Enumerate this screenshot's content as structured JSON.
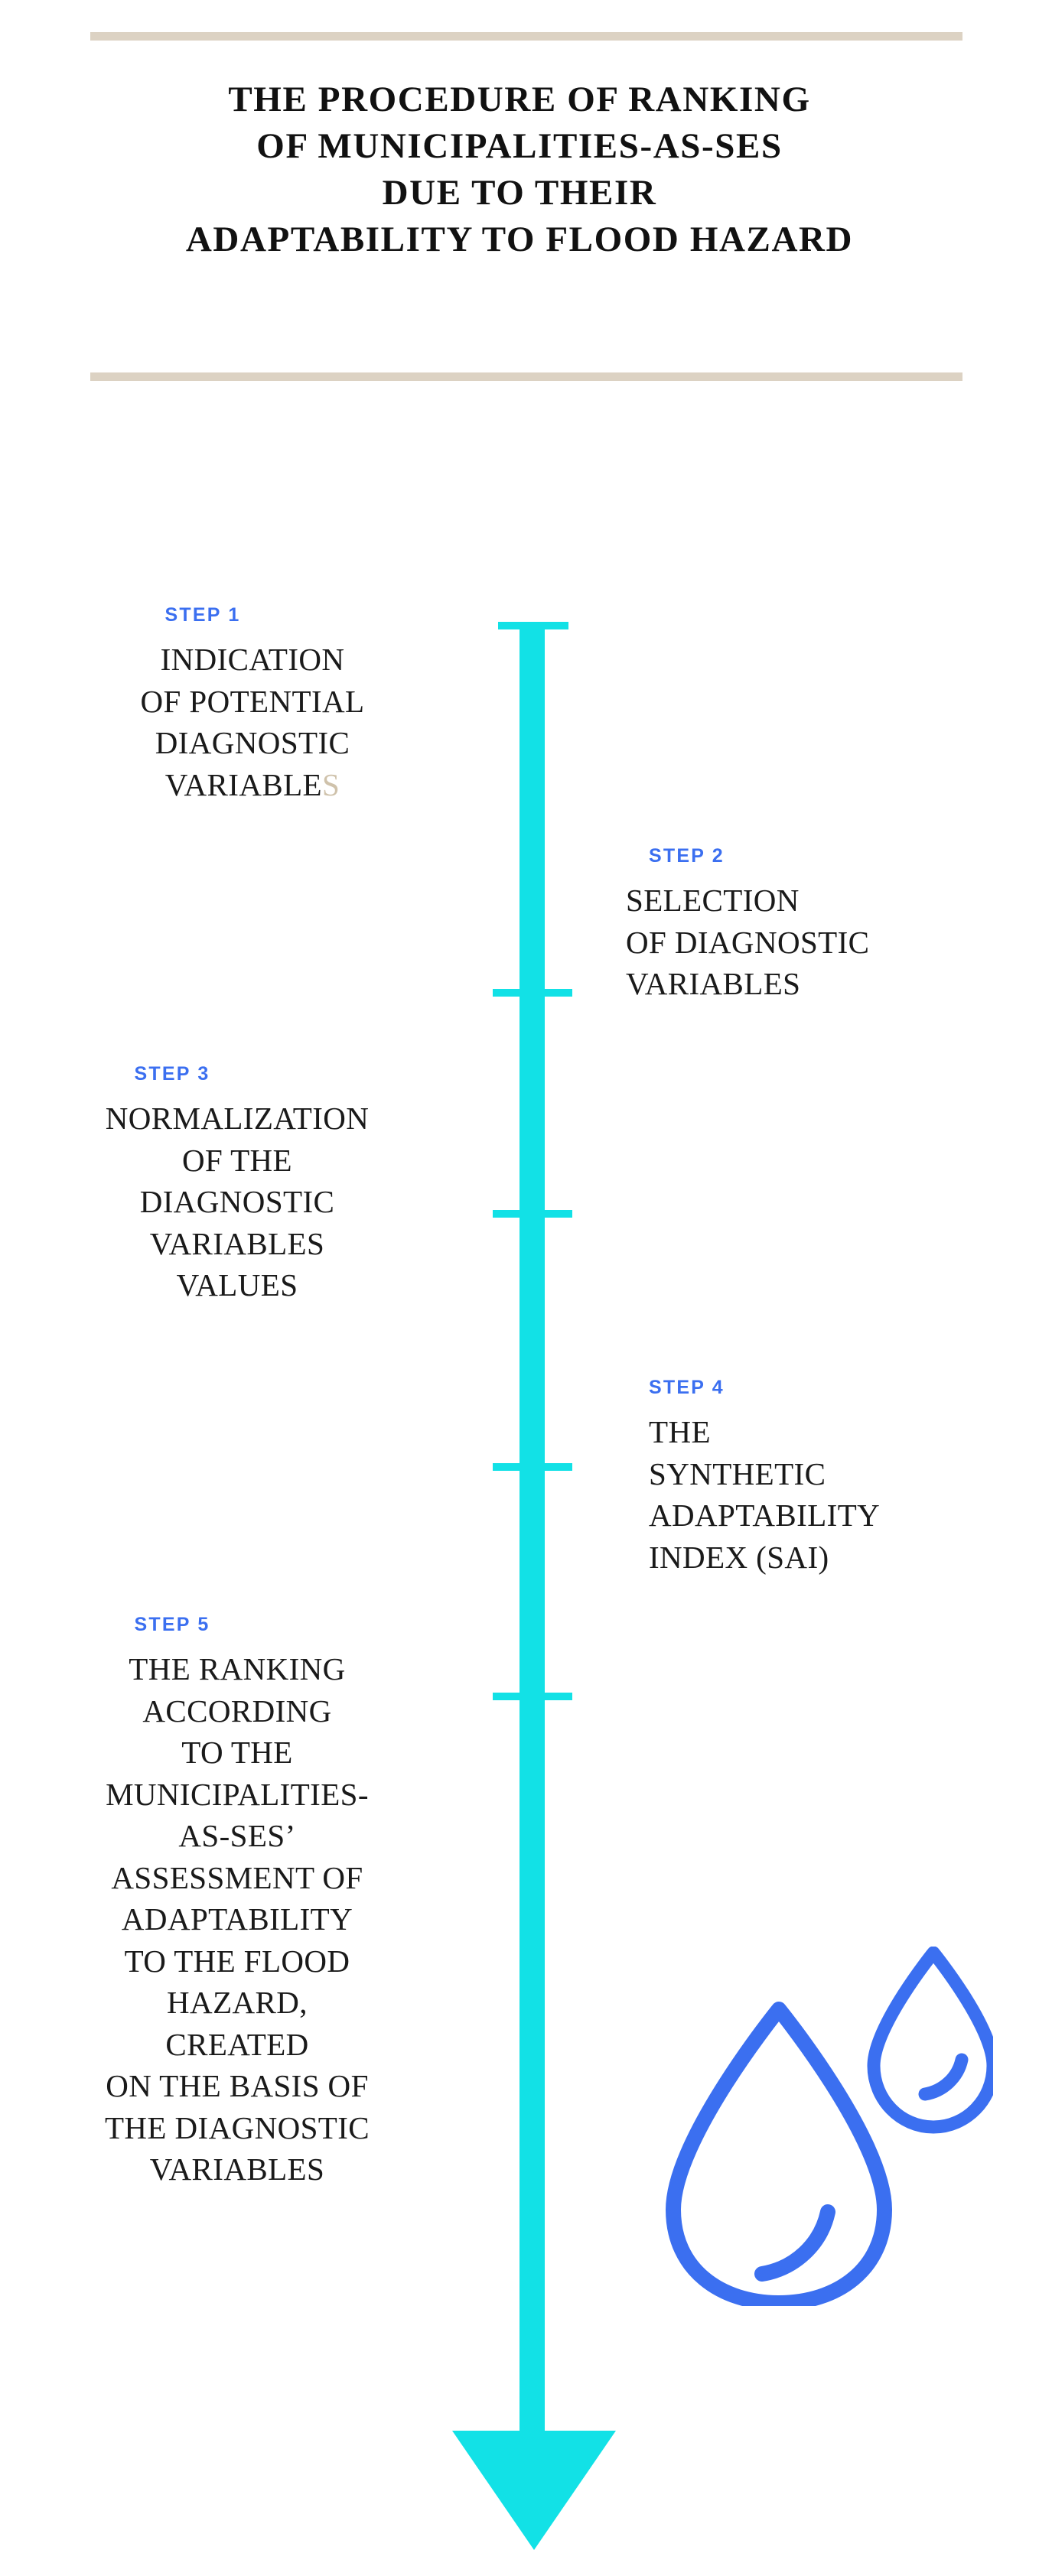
{
  "document": {
    "title_lines": [
      "THE PROCEDURE OF RANKING",
      "OF MUNICIPALITIES-AS-SES",
      "DUE TO THEIR",
      "ADAPTABILITY TO FLOOD HAZARD"
    ],
    "title_full": "THE PROCEDURE OF RANKING OF MUNICIPALITIES-AS-SES DUE TO THEIR ADAPTABILITY TO FLOOD HAZARD"
  },
  "colors": {
    "accent_timeline": "#12e1e6",
    "accent_step_label": "#3b6ff0",
    "rule_beige": "#dcd2c3",
    "droplet_blue": "#3b6ff0",
    "text_dark": "#1a1a1a",
    "stray_letter_beige": "#cfc2ab"
  },
  "timeline": {
    "orientation": "vertical",
    "direction": "downward",
    "cap_label": "top-cap",
    "arrow_label": "down-arrow",
    "tick_count": 4
  },
  "steps": [
    {
      "id": "step-1",
      "kicker": "STEP 1",
      "side": "left",
      "body_lines": [
        "INDICATION",
        "OF POTENTIAL",
        "DIAGNOSTIC",
        "VARIABLE"
      ],
      "body_accent_suffix": "S",
      "body_full": "INDICATION OF POTENTIAL DIAGNOSTIC VARIABLES"
    },
    {
      "id": "step-2",
      "kicker": "STEP 2",
      "side": "right",
      "body_lines": [
        "SELECTION",
        "OF DIAGNOSTIC",
        "VARIABLES"
      ],
      "body_accent_suffix": "",
      "body_full": "SELECTION OF DIAGNOSTIC VARIABLES"
    },
    {
      "id": "step-3",
      "kicker": "STEP 3",
      "side": "left",
      "body_lines": [
        "NORMALIZATION",
        "OF THE",
        "DIAGNOSTIC",
        "VARIABLES",
        "VALUES"
      ],
      "body_accent_suffix": "",
      "body_full": "NORMALIZATION OF THE DIAGNOSTIC VARIABLES VALUES"
    },
    {
      "id": "step-4",
      "kicker": "STEP 4",
      "side": "right",
      "body_lines": [
        "THE",
        "SYNTHETIC",
        "ADAPTABILITY",
        "INDEX (SAI)"
      ],
      "body_accent_suffix": "",
      "body_full": "THE SYNTHETIC ADAPTABILITY INDEX (SAI)"
    },
    {
      "id": "step-5",
      "kicker": "STEP 5",
      "side": "left",
      "body_lines": [
        "THE RANKING",
        "ACCORDING",
        "TO THE",
        "MUNICIPALITIES-",
        "AS-SES’",
        "ASSESSMENT OF",
        "ADAPTABILITY",
        "TO THE FLOOD",
        "HAZARD,",
        "CREATED",
        "ON THE BASIS OF",
        "THE DIAGNOSTIC",
        "VARIABLES"
      ],
      "body_accent_suffix": "",
      "body_full": "THE RANKING ACCORDING TO THE MUNICIPALITIES-AS-SES’ ASSESSMENT OF ADAPTABILITY TO THE FLOOD HAZARD, CREATED ON THE BASIS OF THE DIAGNOSTIC VARIABLES"
    }
  ],
  "decoration": {
    "droplets_label": "water-droplets",
    "droplet_count": 2
  }
}
